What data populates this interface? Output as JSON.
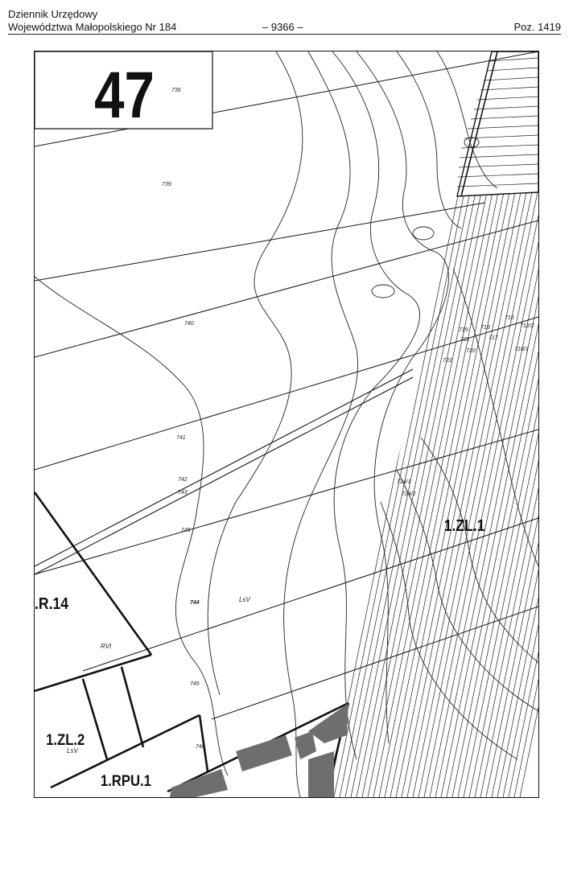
{
  "header": {
    "line1": "Dziennik Urzędowy",
    "line2": "Województwa Małopolskiego Nr 184",
    "page": "– 9366 –",
    "position": "Poz. 1419"
  },
  "map": {
    "sheet_number": "47",
    "zones": {
      "zl1": "1.ZL.1",
      "r14": ".R.14",
      "zl2": "1.ZL.2",
      "rpu1": "1.RPU.1"
    },
    "soil_labels": {
      "lsv_main": "LsV",
      "rvi": "RVI",
      "lsv_small": "LsV"
    },
    "elevations": {
      "e736": "736",
      "e739": "739",
      "e740": "740",
      "e741": "741",
      "e742": "742",
      "e743": "743",
      "e745": "745",
      "e744": "744",
      "e745b": "745",
      "e746": "746",
      "e719": "719",
      "e721": "721",
      "e720": "720",
      "e722": "722",
      "e718": "718",
      "e717": "717",
      "e716": "716",
      "e7121": "712/2",
      "e7101": "710/1",
      "e7241": "724/1",
      "e7242": "724/2"
    },
    "colors": {
      "line": "#111111",
      "building": "#6e6e6e"
    }
  }
}
